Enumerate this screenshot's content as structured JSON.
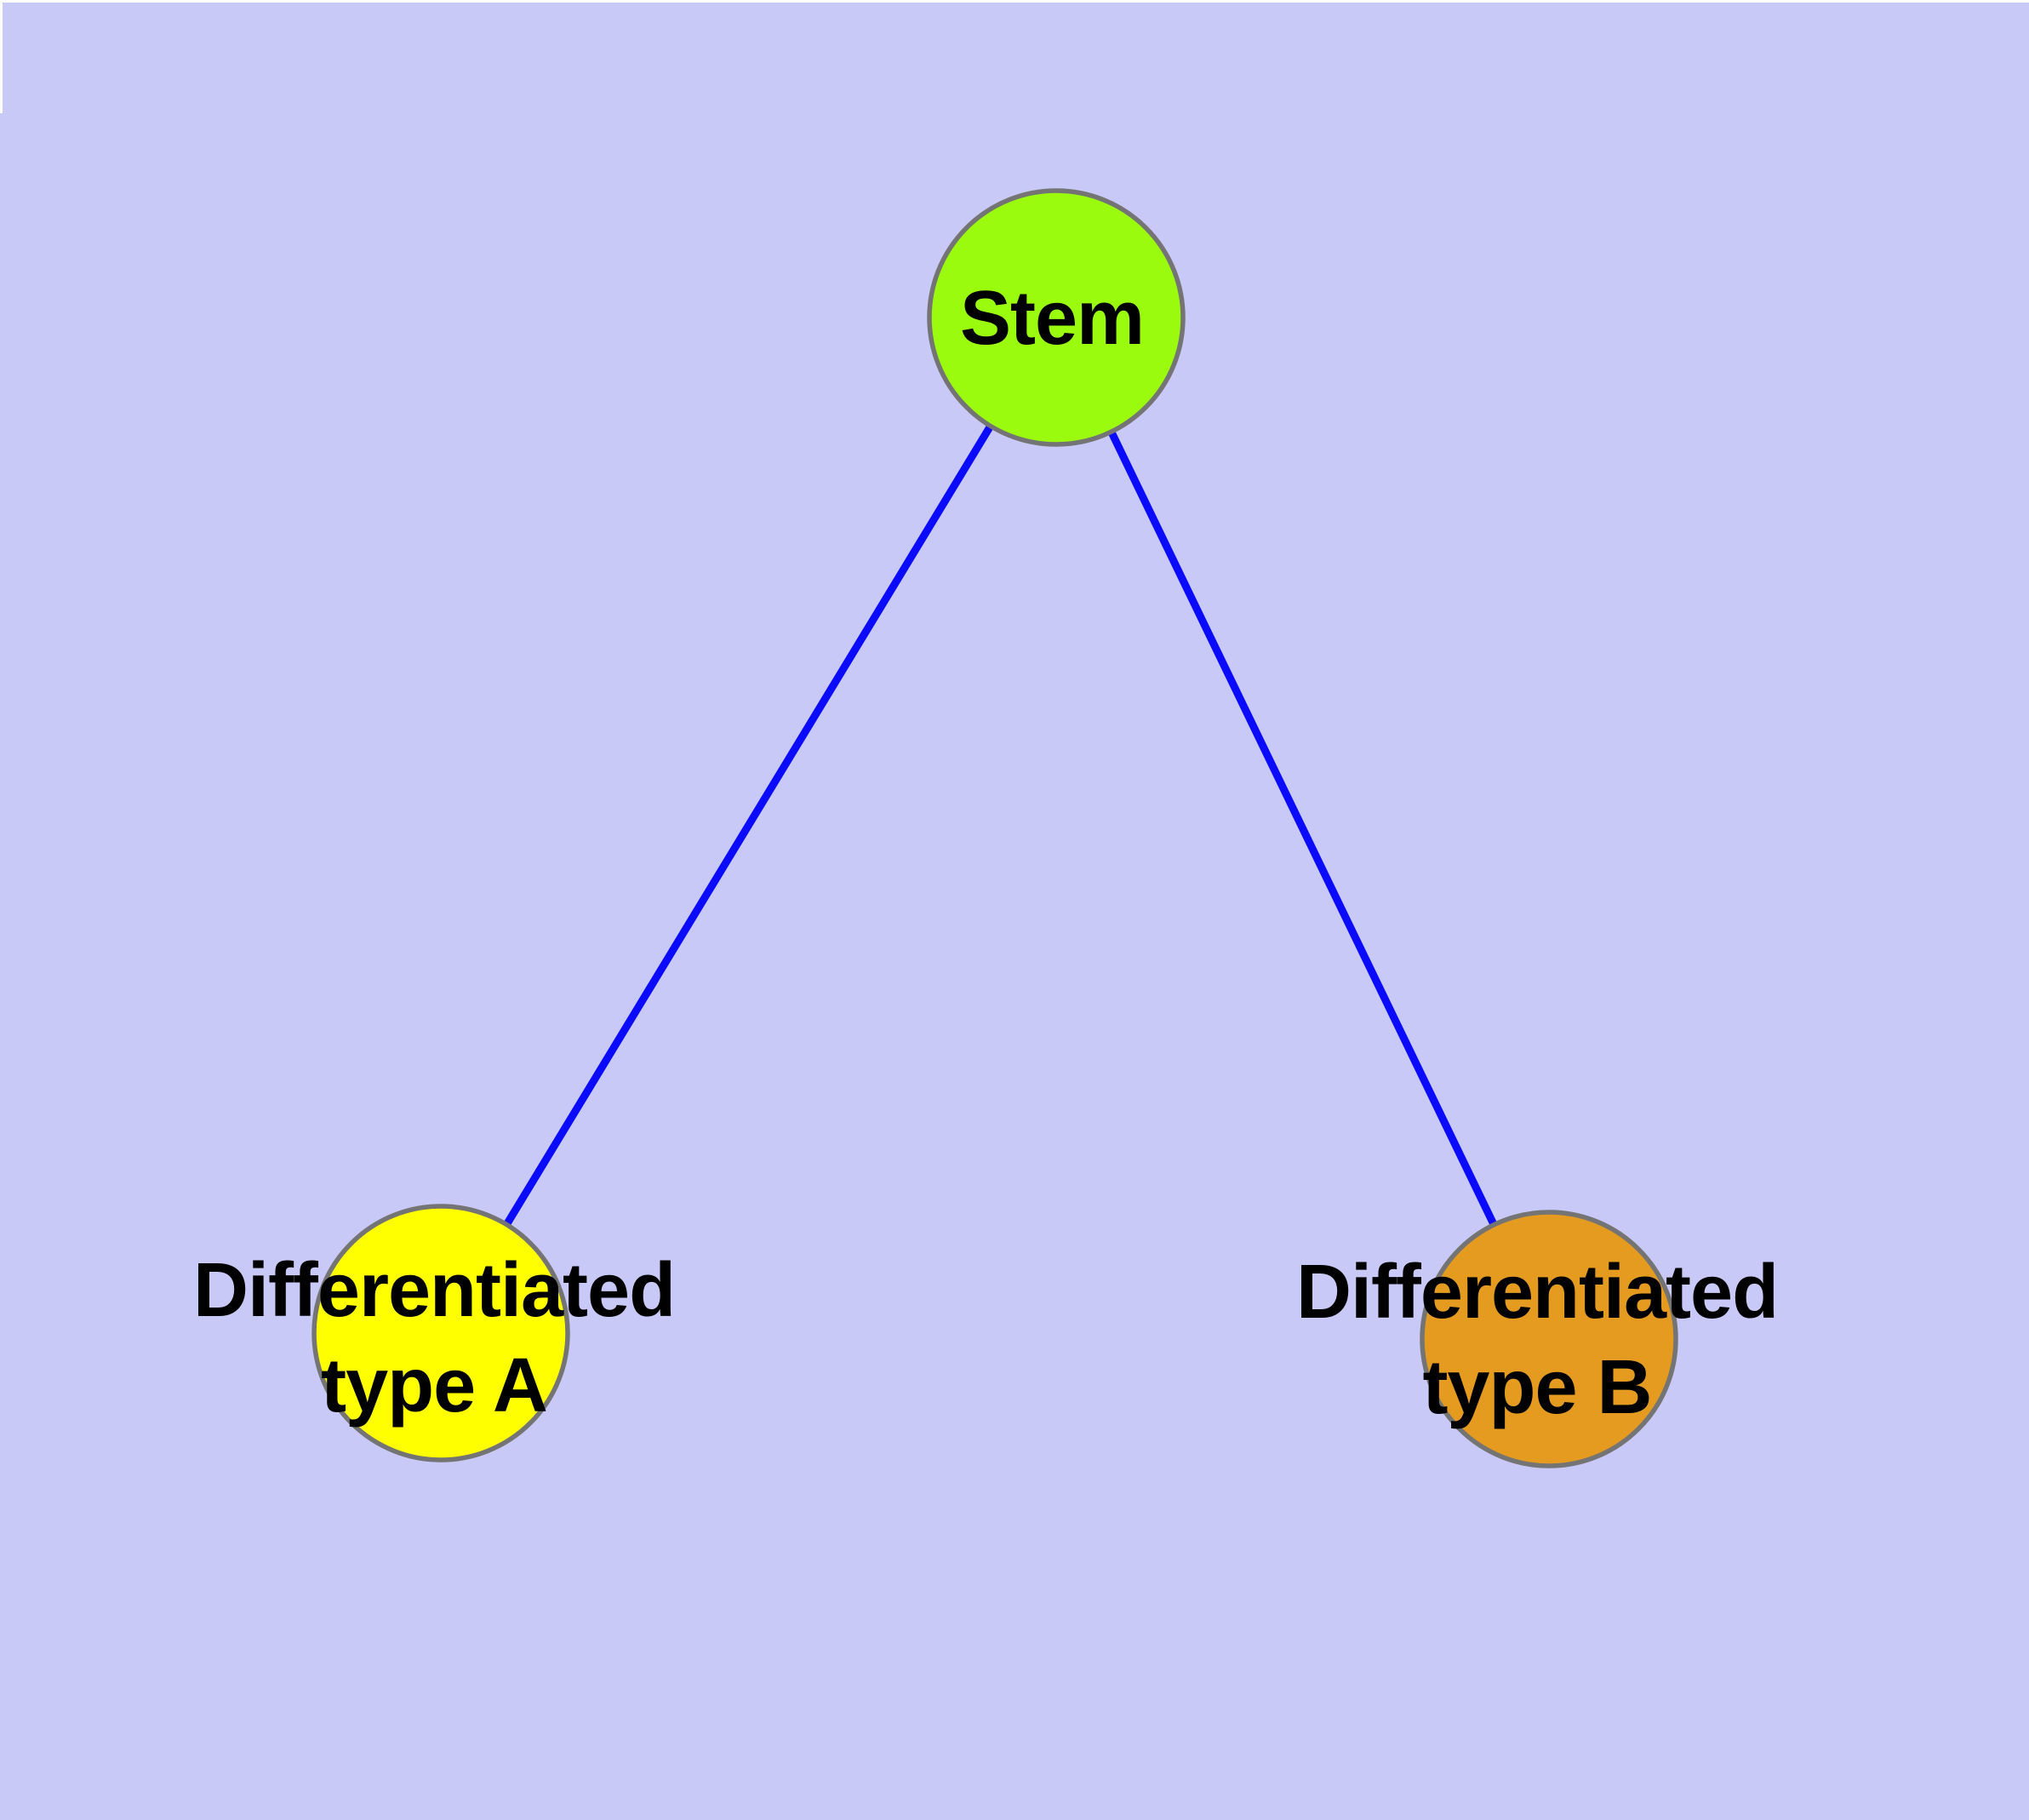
{
  "diagram": {
    "type": "graph",
    "background_color": "#C9C9F7",
    "edge_color": "#0A0AFF",
    "node_border_color": "#747474",
    "label_color": "#000000",
    "nodes": [
      {
        "id": "stem",
        "label": "Stem",
        "color": "#9AFB0F"
      },
      {
        "id": "type-a",
        "label": "Differentiated\ntype A",
        "color": "#FFFF00"
      },
      {
        "id": "type-b",
        "label": "Differentiated\ntype B",
        "color": "#E49B20"
      }
    ],
    "edges": [
      {
        "from": "Stem",
        "to": "Differentiated type A"
      },
      {
        "from": "Stem",
        "to": "Differentiated type B"
      }
    ]
  }
}
